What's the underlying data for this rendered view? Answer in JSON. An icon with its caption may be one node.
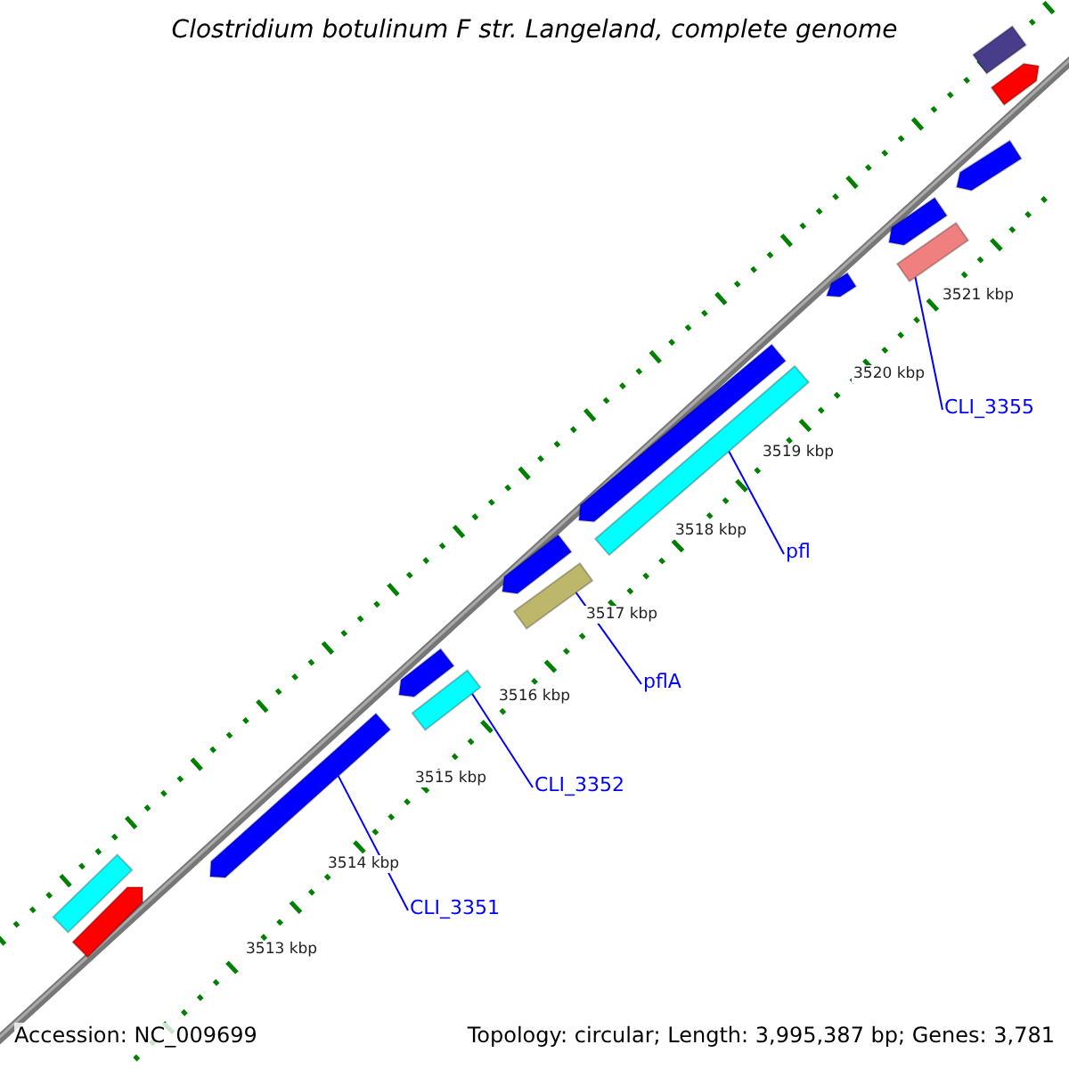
{
  "diagram": {
    "title": "Clostridium botulinum F str. Langeland, complete genome",
    "nodes": [
      {
        "text": [
          "CLI_3355"
        ]
      },
      {
        "text": [
          "pfl"
        ]
      },
      {
        "text": [
          "pflA"
        ]
      },
      {
        "text": [
          "CLI_3352"
        ]
      },
      {
        "text": [
          "CLI_3351"
        ]
      },
      {
        "text": [],
        "shape": "bar"
      },
      {
        "text": [],
        "shape": "bar"
      },
      {
        "text": [],
        "shape": "bar"
      },
      {
        "text": [],
        "shape": "bar"
      },
      {
        "text": [],
        "shape": "bar"
      },
      {
        "text": [],
        "shape": "bar"
      },
      {
        "text": [],
        "shape": "bar"
      },
      {
        "text": [],
        "shape": "bar"
      },
      {
        "text": [],
        "shape": "bar"
      },
      {
        "text": [],
        "shape": "bar"
      },
      {
        "text": [],
        "shape": "bar"
      },
      {
        "text": [],
        "shape": "bar"
      },
      {
        "text": [],
        "shape": "bar"
      },
      {
        "text": [],
        "shape": "bar"
      },
      {
        "text": [],
        "shape": "bar"
      }
    ],
    "edges": [
      {
        "from": 0,
        "to": 5,
        "arrow": "none"
      },
      {
        "from": 1,
        "to": 6,
        "arrow": "none"
      },
      {
        "from": 2,
        "to": 7,
        "arrow": "none"
      },
      {
        "from": 3,
        "to": 8,
        "arrow": "none"
      },
      {
        "from": 4,
        "to": 9,
        "arrow": "none"
      }
    ],
    "labels": [
      "3521 kbp",
      "3520 kbp",
      "3519 kbp",
      "3518 kbp",
      "3517 kbp",
      "3516 kbp",
      "3515 kbp",
      "3514 kbp",
      "3513 kbp",
      "Accession: NC_009699",
      "Topology: circular; Length: 3,995,387 bp; Genes: 3,781"
    ]
  }
}
